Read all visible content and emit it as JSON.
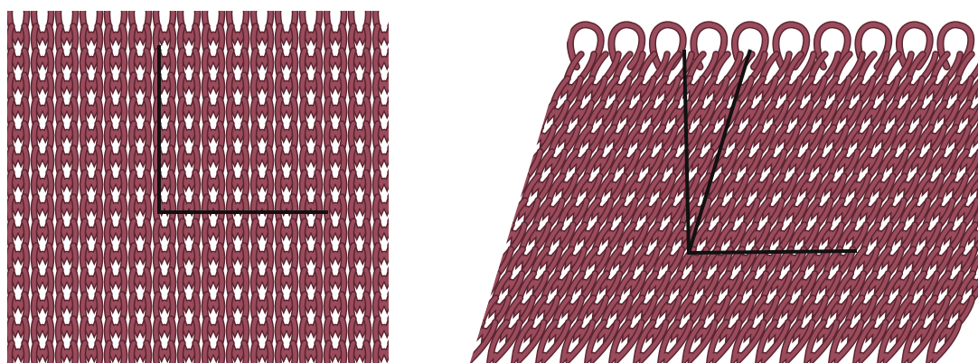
{
  "figure": {
    "panels": [
      {
        "id": "unsheared",
        "description_shape": "knitted-fabric-rectangular",
        "angle_marker": {
          "shear_angle_deg": 0
        }
      },
      {
        "id": "sheared",
        "description_shape": "knitted-fabric-sheared",
        "angle_marker": {
          "shear_angle_deg": 14
        }
      }
    ],
    "colors": {
      "yarn_fill": "#9a4b5c",
      "yarn_outline": "#5a2430",
      "marker": "#111111",
      "background": "#ffffff"
    }
  }
}
